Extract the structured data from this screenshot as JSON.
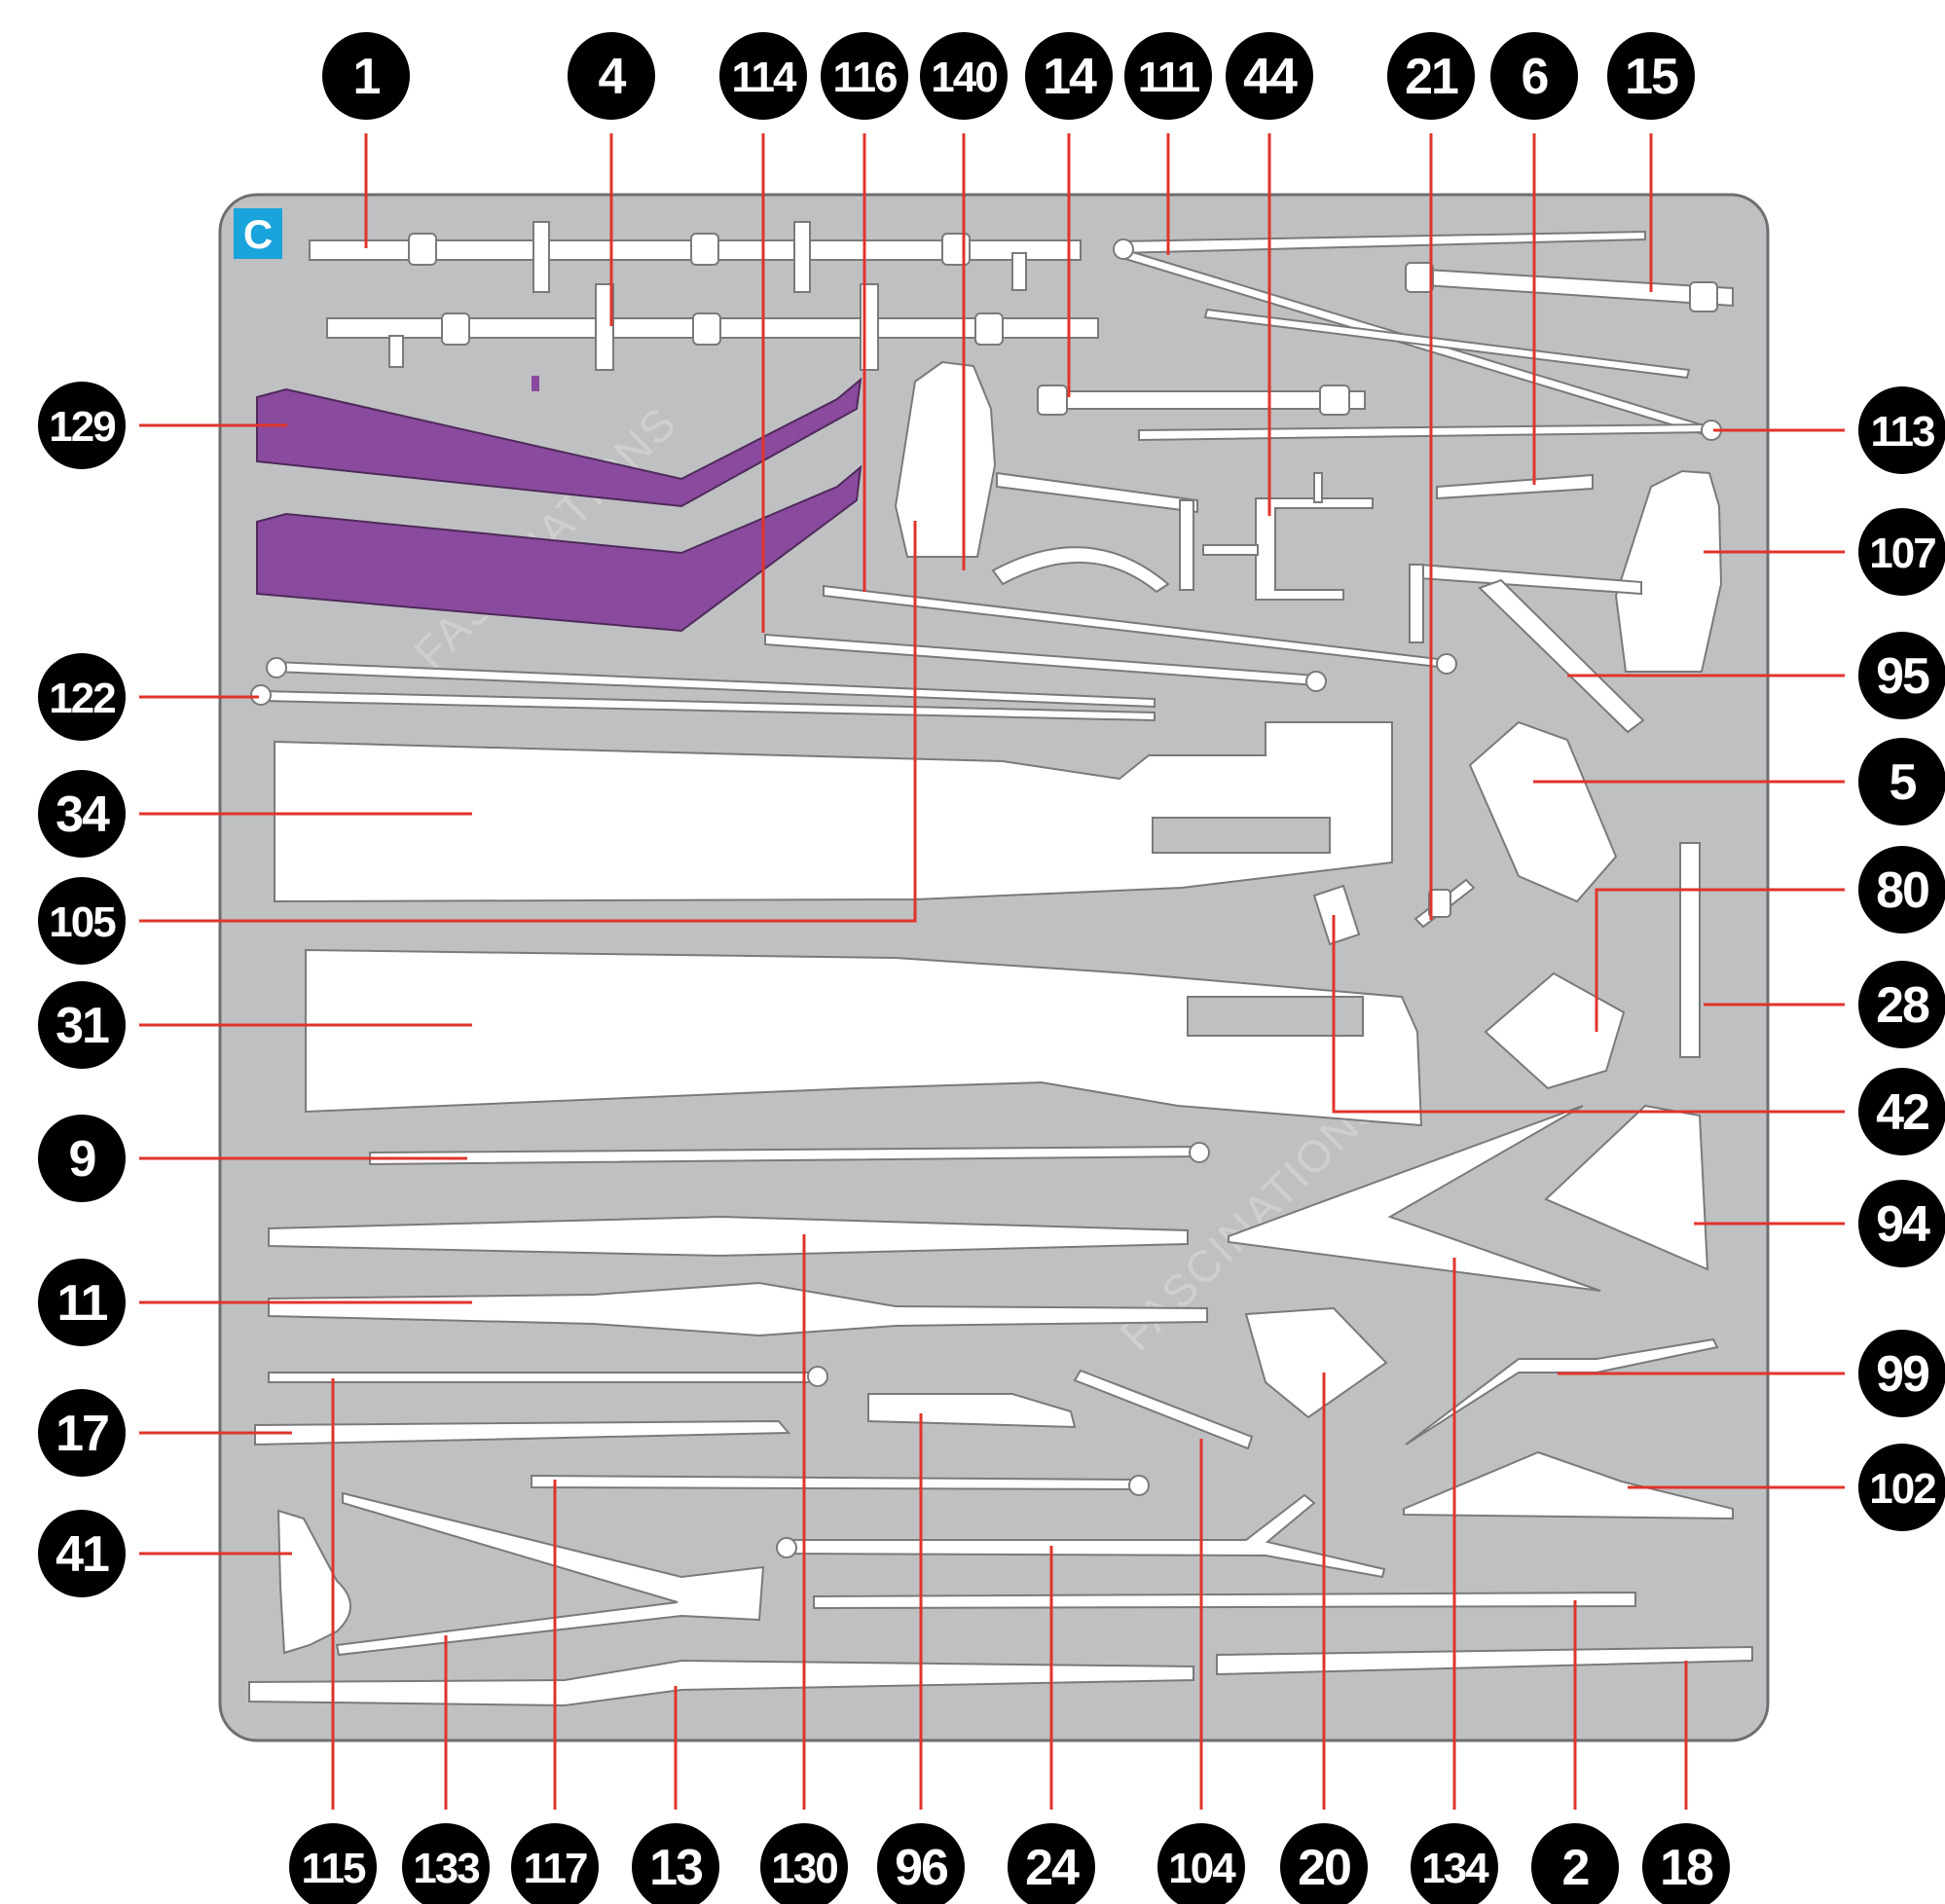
{
  "sheet": {
    "letter": "C",
    "watermark": "FASCINATIONS",
    "colors": {
      "board": "#bfc0c2",
      "board_stroke": "#6d6e71",
      "part": "#ffffff",
      "part_stroke": "#7a7a7a",
      "purple_part": "#8a4a9e",
      "leader": "#e0342b",
      "badge": "#000000",
      "sheet_letter_bg": "#1ba3dc"
    }
  },
  "callouts_top": [
    "1",
    "4",
    "114",
    "116",
    "140",
    "14",
    "111",
    "44",
    "21",
    "6",
    "15"
  ],
  "callouts_left": [
    "129",
    "122",
    "34",
    "105",
    "31",
    "9",
    "11",
    "17",
    "41"
  ],
  "callouts_right": [
    "113",
    "107",
    "95",
    "5",
    "80",
    "28",
    "42",
    "94",
    "99",
    "102"
  ],
  "callouts_bottom": [
    "115",
    "133",
    "117",
    "13",
    "130",
    "96",
    "24",
    "104",
    "20",
    "134",
    "2",
    "18"
  ]
}
